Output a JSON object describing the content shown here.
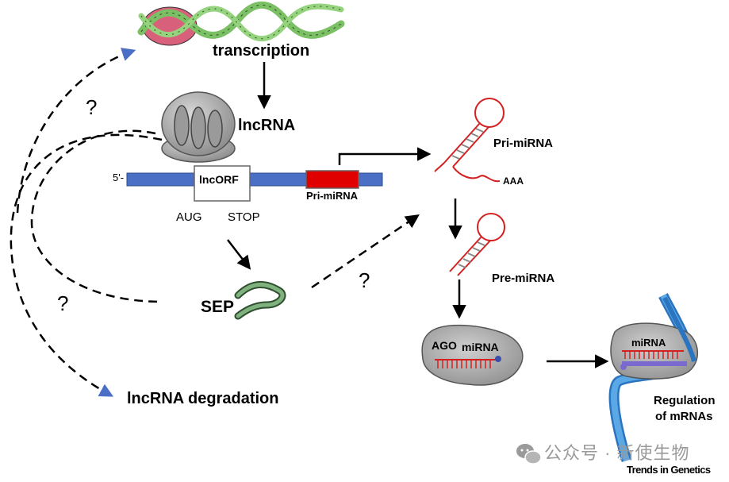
{
  "labels": {
    "transcription": "transcription",
    "lncrna": "lncRNA",
    "five_prime": "5'-",
    "lncorf": "lncORF",
    "pri_mirna_box": "Pri-miRNA",
    "aug": "AUG",
    "stop": "STOP",
    "sep": "SEP",
    "question": "?",
    "lncrna_degradation": "lncRNA degradation",
    "pri_mirna": "Pri-miRNA",
    "aaa": "AAA",
    "pre_mirna": "Pre-miRNA",
    "ago": "AGO",
    "mirna": "miRNA",
    "regulation_line1": "Regulation",
    "regulation_line2": "of mRNAs"
  },
  "watermark": {
    "text": "公众号 · 新使生物",
    "icon": "wechat-icon"
  },
  "source": "Trends in Genetics",
  "colors": {
    "transcript_bar": "#4a6fc4",
    "pri_mirna_segment": "#e00000",
    "hairpin": "#d42020",
    "dna_helix": "#7cc066",
    "dna_bubble": "#d9607a",
    "sep_peptide": "#4f7f4f",
    "ribosome": "#a8a8a8",
    "ago_protein": "#b5b5b5",
    "mrna_ribbon": "#3a8fd6",
    "mirna_duplex": "#7a6ad0",
    "arrow_head_dashed": "#4a6fc4"
  }
}
